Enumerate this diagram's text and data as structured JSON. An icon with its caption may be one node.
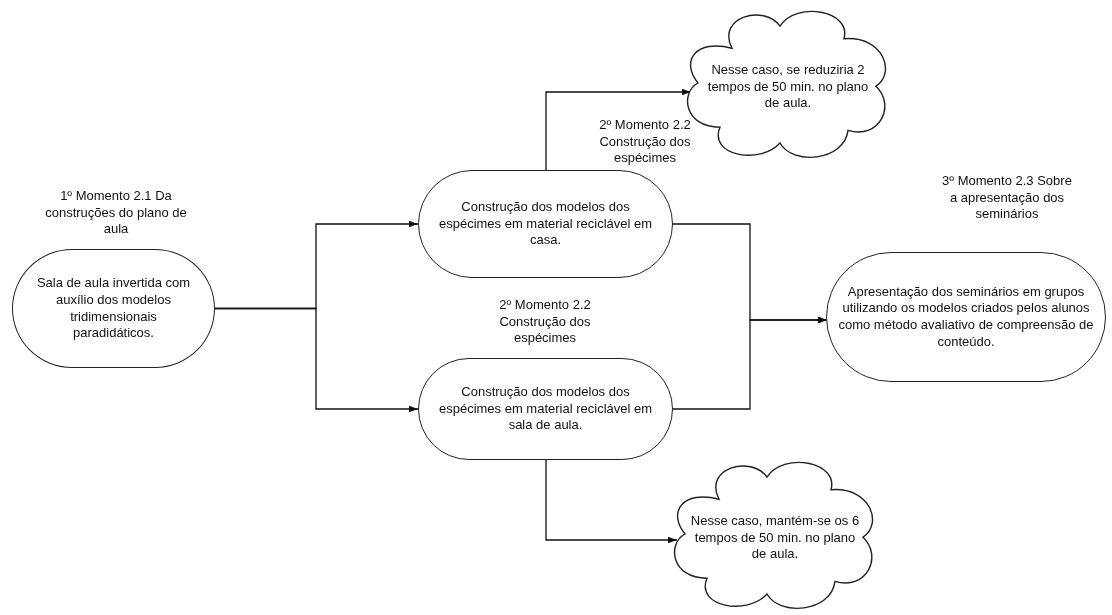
{
  "diagram": {
    "nodes": [
      {
        "text": [
          "1º Momento 2.1 Da construções do plano de aula",
          "Sala de aula invertida com auxílio dos modelos tridimensionais paradidáticos."
        ]
      },
      {
        "text": [
          "2º Momento 2.2 Construção dos espécimes",
          "Construção dos modelos dos espécimes em material reciclável em casa."
        ]
      },
      {
        "text": [
          "2º Momento 2.2 Construção dos espécimes",
          "Construção dos modelos dos espécimes em material reciclável em sala de aula."
        ]
      },
      {
        "text": [
          "3º Momento 2.3 Sobre a apresentação dos seminários",
          "Apresentação dos seminários em grupos utilizando os modelos criados pelos alunos como método avaliativo de compreensão de conteúdo."
        ]
      },
      {
        "text": [
          "Nesse caso, se reduziria 2 tempos de 50 min. no plano de aula."
        ]
      },
      {
        "text": [
          "Nesse caso, mantém-se os 6 tempos de 50 min. no plano de aula."
        ]
      }
    ],
    "edges": [
      {
        "from": 0,
        "to": 1,
        "arrow": "to"
      },
      {
        "from": 0,
        "to": 2,
        "arrow": "to"
      },
      {
        "from": 1,
        "to": 4,
        "arrow": "to"
      },
      {
        "from": 1,
        "to": 3,
        "arrow": "to"
      },
      {
        "from": 2,
        "to": 3,
        "arrow": "to"
      },
      {
        "from": 2,
        "to": 5,
        "arrow": "to"
      }
    ]
  }
}
